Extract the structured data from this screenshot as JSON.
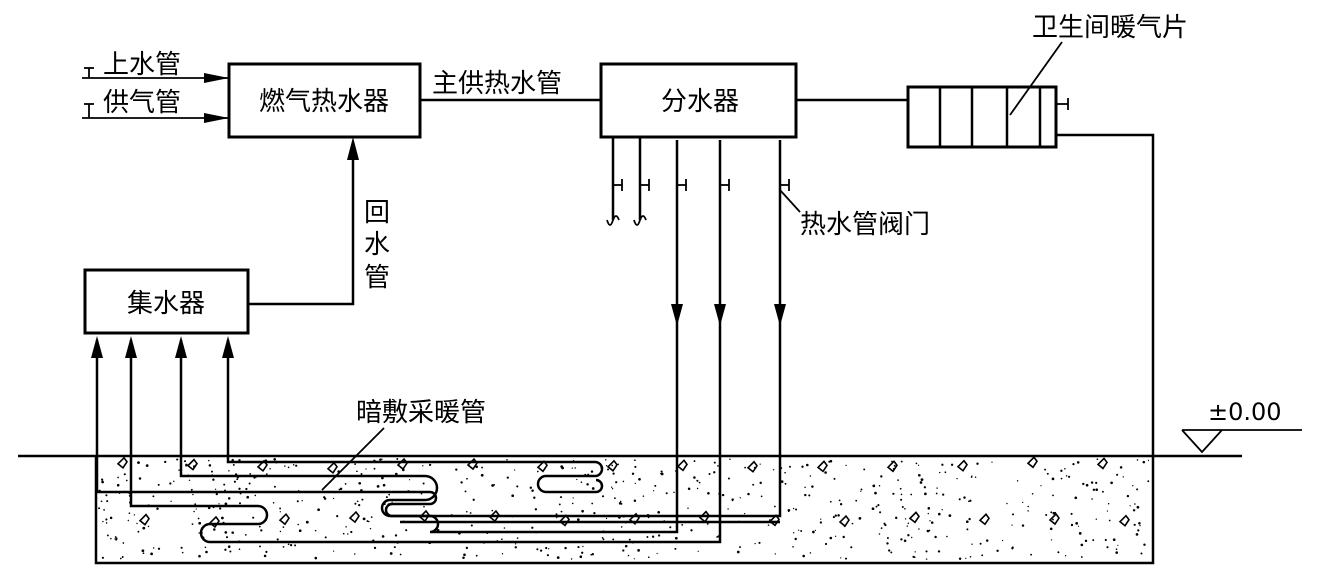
{
  "labels": {
    "water_inlet": "上水管",
    "gas_supply": "供气管",
    "gas_heater": "燃气热水器",
    "main_supply_pipe": "主供热水管",
    "distributor": "分水器",
    "bathroom_radiator": "卫生间暖气片",
    "return_pipe_vertical": [
      "回",
      "水",
      "管"
    ],
    "collector": "集水器",
    "hot_water_valve": "热水管阀门",
    "embedded_heating_pipe": "暗敷采暖管",
    "floor_level": "±0.00"
  },
  "colors": {
    "line": "#000000",
    "background": "#ffffff"
  }
}
